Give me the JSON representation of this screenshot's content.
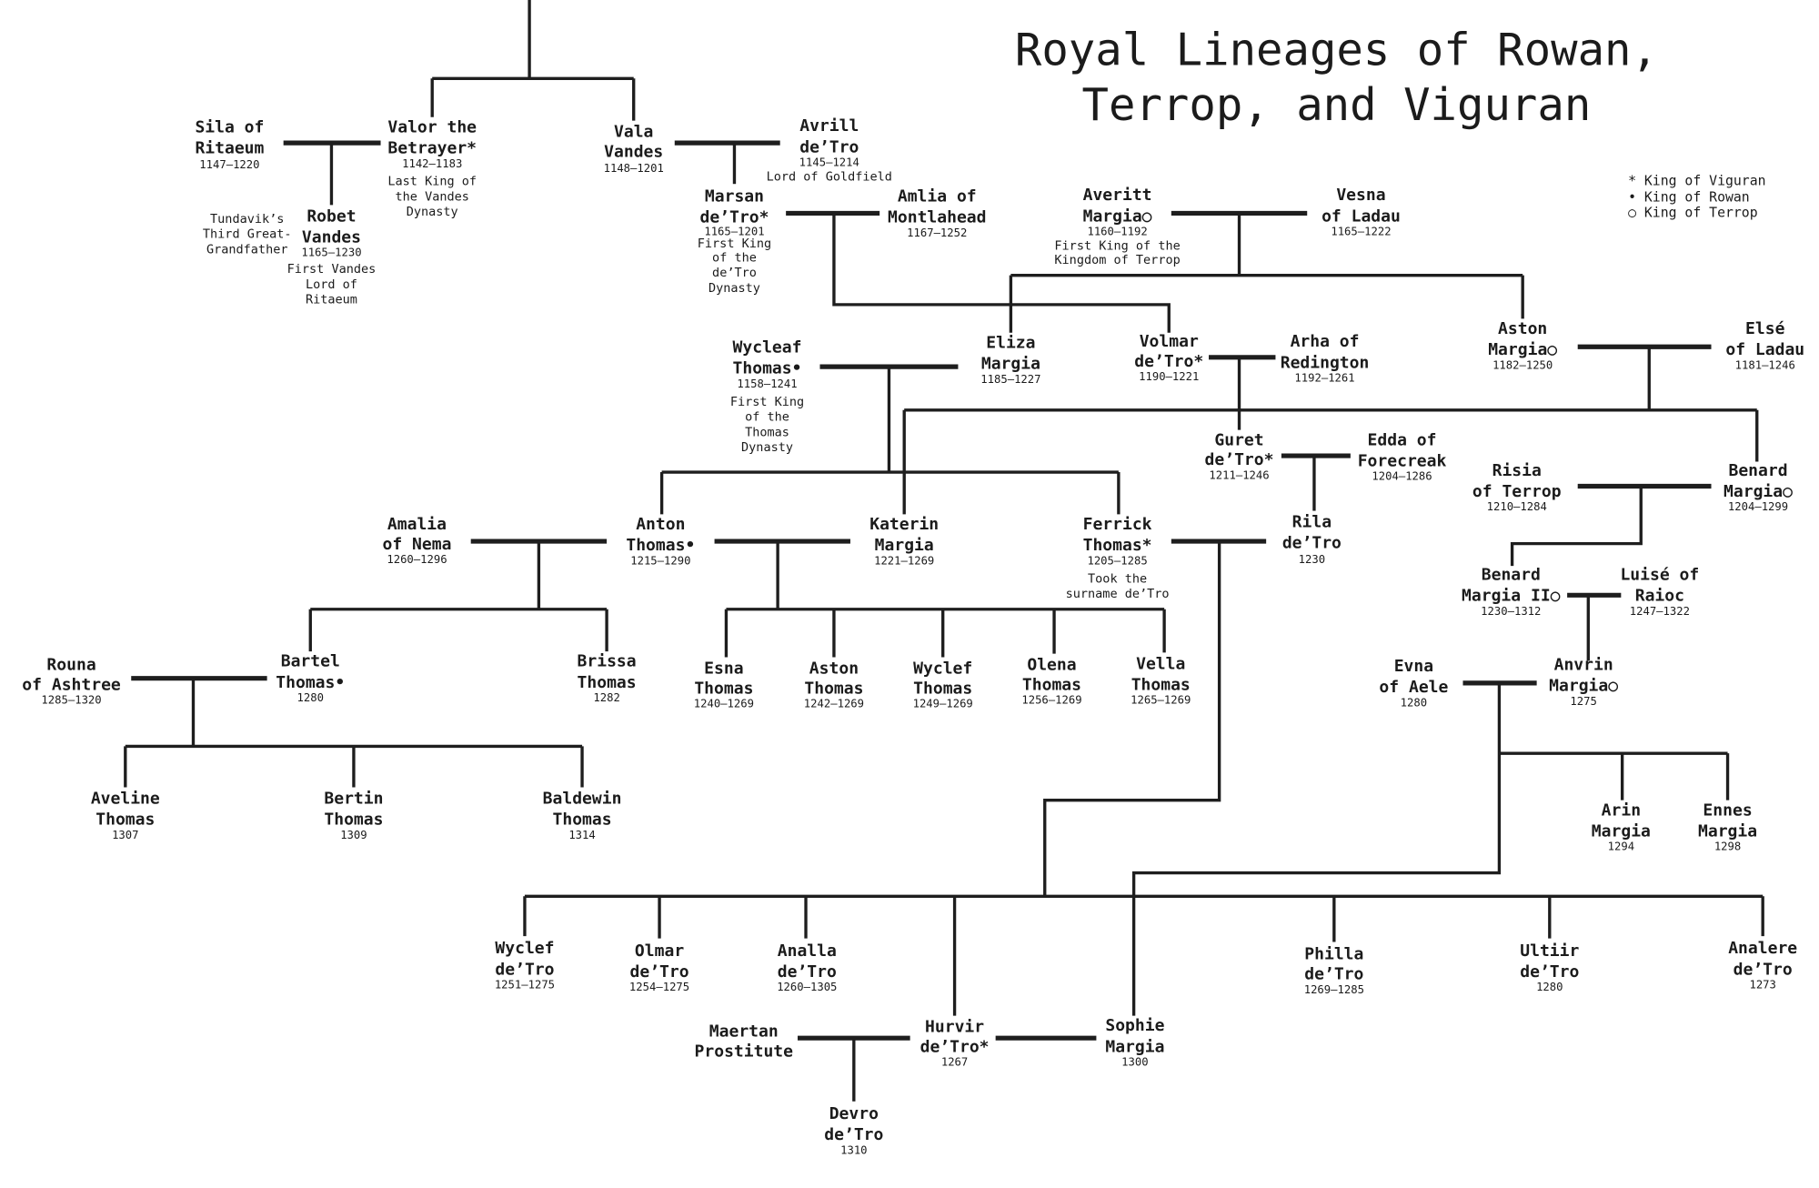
{
  "title": [
    "Royal Lineages of Rowan,",
    "Terrop, and Viguran"
  ],
  "legend": [
    "* King of Viguran",
    "• King of Rowan",
    "○ King of Terrop"
  ],
  "annotations": {
    "tundavik": [
      "Tundavik’s",
      "Third Great-",
      "Grandfather"
    ]
  },
  "people": {
    "sila_of_ritaeum": {
      "name": [
        "Sila of",
        "Ritaeum"
      ],
      "dates": "1147–1220"
    },
    "valor_the_betrayer": {
      "name": [
        "Valor the",
        "Betrayer*"
      ],
      "dates": "1142–1183",
      "note": [
        "Last King of",
        "the Vandes",
        "Dynasty"
      ]
    },
    "robet_vandes": {
      "name": [
        "Robet",
        "Vandes"
      ],
      "dates": "1165–1230",
      "note": [
        "First Vandes",
        "Lord of",
        "Ritaeum"
      ]
    },
    "vala_vandes": {
      "name": [
        "Vala",
        "Vandes"
      ],
      "dates": "1148–1201"
    },
    "avrill_detro": {
      "name": [
        "Avrill",
        "de’Tro"
      ],
      "dates": "1145–1214",
      "note": [
        "Lord of Goldfield"
      ]
    },
    "marsan_detro": {
      "name": [
        "Marsan",
        "de’Tro*"
      ],
      "dates": "1165–1201",
      "note": [
        "First King",
        "of the",
        "de’Tro",
        "Dynasty"
      ]
    },
    "amlia_of_montlahead": {
      "name": [
        "Amlia of",
        "Montlahead"
      ],
      "dates": "1167–1252"
    },
    "averitt_margia": {
      "name": [
        "Averitt",
        "Margia○"
      ],
      "dates": "1160–1192",
      "note": [
        "First King of the",
        "Kingdom of Terrop"
      ]
    },
    "vesna_of_ladau": {
      "name": [
        "Vesna",
        "of Ladau"
      ],
      "dates": "1165–1222"
    },
    "eliza_margia": {
      "name": [
        "Eliza",
        "Margia"
      ],
      "dates": "1185–1227"
    },
    "volmar_detro": {
      "name": [
        "Volmar",
        "de’Tro*"
      ],
      "dates": "1190–1221"
    },
    "arha_of_redington": {
      "name": [
        "Arha of",
        "Redington"
      ],
      "dates": "1192–1261"
    },
    "aston_margia": {
      "name": [
        "Aston",
        "Margia○"
      ],
      "dates": "1182–1250"
    },
    "else_of_ladau": {
      "name": [
        "Elsé",
        "of Ladau"
      ],
      "dates": "1181–1246"
    },
    "wycleaf_thomas": {
      "name": [
        "Wycleaf",
        "Thomas•"
      ],
      "dates": "1158–1241",
      "note": [
        "First King",
        "of the",
        "Thomas",
        "Dynasty"
      ]
    },
    "guret_detro": {
      "name": [
        "Guret",
        "de’Tro*"
      ],
      "dates": "1211–1246"
    },
    "edda_of_forecreak": {
      "name": [
        "Edda of",
        "Forecreak"
      ],
      "dates": "1204–1286"
    },
    "risia_of_terrop": {
      "name": [
        "Risia",
        "of Terrop"
      ],
      "dates": "1210–1284"
    },
    "benard_margia": {
      "name": [
        "Benard",
        "Margia○"
      ],
      "dates": "1204–1299"
    },
    "amalia_of_nema": {
      "name": [
        "Amalia",
        "of Nema"
      ],
      "dates": "1260–1296"
    },
    "anton_thomas": {
      "name": [
        "Anton",
        "Thomas•"
      ],
      "dates": "1215–1290"
    },
    "katerin_margia": {
      "name": [
        "Katerin",
        "Margia"
      ],
      "dates": "1221–1269"
    },
    "ferrick_thomas": {
      "name": [
        "Ferrick",
        "Thomas*"
      ],
      "dates": "1205–1285",
      "note": [
        "Took the",
        "surname de’Tro"
      ]
    },
    "rila_detro": {
      "name": [
        "Rila",
        "de’Tro"
      ],
      "dates": "1230"
    },
    "benard_margia_ii": {
      "name": [
        "Benard",
        "Margia II○"
      ],
      "dates": "1230–1312"
    },
    "luise_of_raioc": {
      "name": [
        "Luisé of",
        "Raioc"
      ],
      "dates": "1247–1322"
    },
    "rouna_of_ashtree": {
      "name": [
        "Rouna",
        "of Ashtree"
      ],
      "dates": "1285–1320"
    },
    "bartel_thomas": {
      "name": [
        "Bartel",
        "Thomas•"
      ],
      "dates": "1280"
    },
    "brissa_thomas": {
      "name": [
        "Brissa",
        "Thomas"
      ],
      "dates": "1282"
    },
    "esna_thomas": {
      "name": [
        "Esna",
        "Thomas"
      ],
      "dates": "1240–1269"
    },
    "aston_thomas": {
      "name": [
        "Aston",
        "Thomas"
      ],
      "dates": "1242–1269"
    },
    "wyclef_thomas": {
      "name": [
        "Wyclef",
        "Thomas"
      ],
      "dates": "1249–1269"
    },
    "olena_thomas": {
      "name": [
        "Olena",
        "Thomas"
      ],
      "dates": "1256–1269"
    },
    "vella_thomas": {
      "name": [
        "Vella",
        "Thomas"
      ],
      "dates": "1265–1269"
    },
    "evna_of_aele": {
      "name": [
        "Evna",
        "of Aele"
      ],
      "dates": "1280"
    },
    "anvrin_margia": {
      "name": [
        "Anvrin",
        "Margia○"
      ],
      "dates": "1275"
    },
    "aveline_thomas": {
      "name": [
        "Aveline",
        "Thomas"
      ],
      "dates": "1307"
    },
    "bertin_thomas": {
      "name": [
        "Bertin",
        "Thomas"
      ],
      "dates": "1309"
    },
    "baldewin_thomas": {
      "name": [
        "Baldewin",
        "Thomas"
      ],
      "dates": "1314"
    },
    "arin_margia": {
      "name": [
        "Arin",
        "Margia"
      ],
      "dates": "1294"
    },
    "ennes_margia": {
      "name": [
        "Ennes",
        "Margia"
      ],
      "dates": "1298"
    },
    "wyclef_detro": {
      "name": [
        "Wyclef",
        "de’Tro"
      ],
      "dates": "1251–1275"
    },
    "olmar_detro": {
      "name": [
        "Olmar",
        "de’Tro"
      ],
      "dates": "1254–1275"
    },
    "analla_detro": {
      "name": [
        "Analla",
        "de’Tro"
      ],
      "dates": "1260–1305"
    },
    "philla_detro": {
      "name": [
        "Philla",
        "de’Tro"
      ],
      "dates": "1269–1285"
    },
    "ultiir_detro": {
      "name": [
        "Ultiir",
        "de’Tro"
      ],
      "dates": "1280"
    },
    "analere_detro": {
      "name": [
        "Analere",
        "de’Tro"
      ],
      "dates": "1273"
    },
    "maertan_prostitute": {
      "name": [
        "Maertan",
        "Prostitute"
      ]
    },
    "hurvir_detro": {
      "name": [
        "Hurvir",
        "de’Tro*"
      ],
      "dates": "1267"
    },
    "sophie_margia": {
      "name": [
        "Sophie",
        "Margia"
      ],
      "dates": "1300"
    },
    "devro_detro": {
      "name": [
        "Devro",
        "de’Tro"
      ],
      "dates": "1310"
    }
  }
}
